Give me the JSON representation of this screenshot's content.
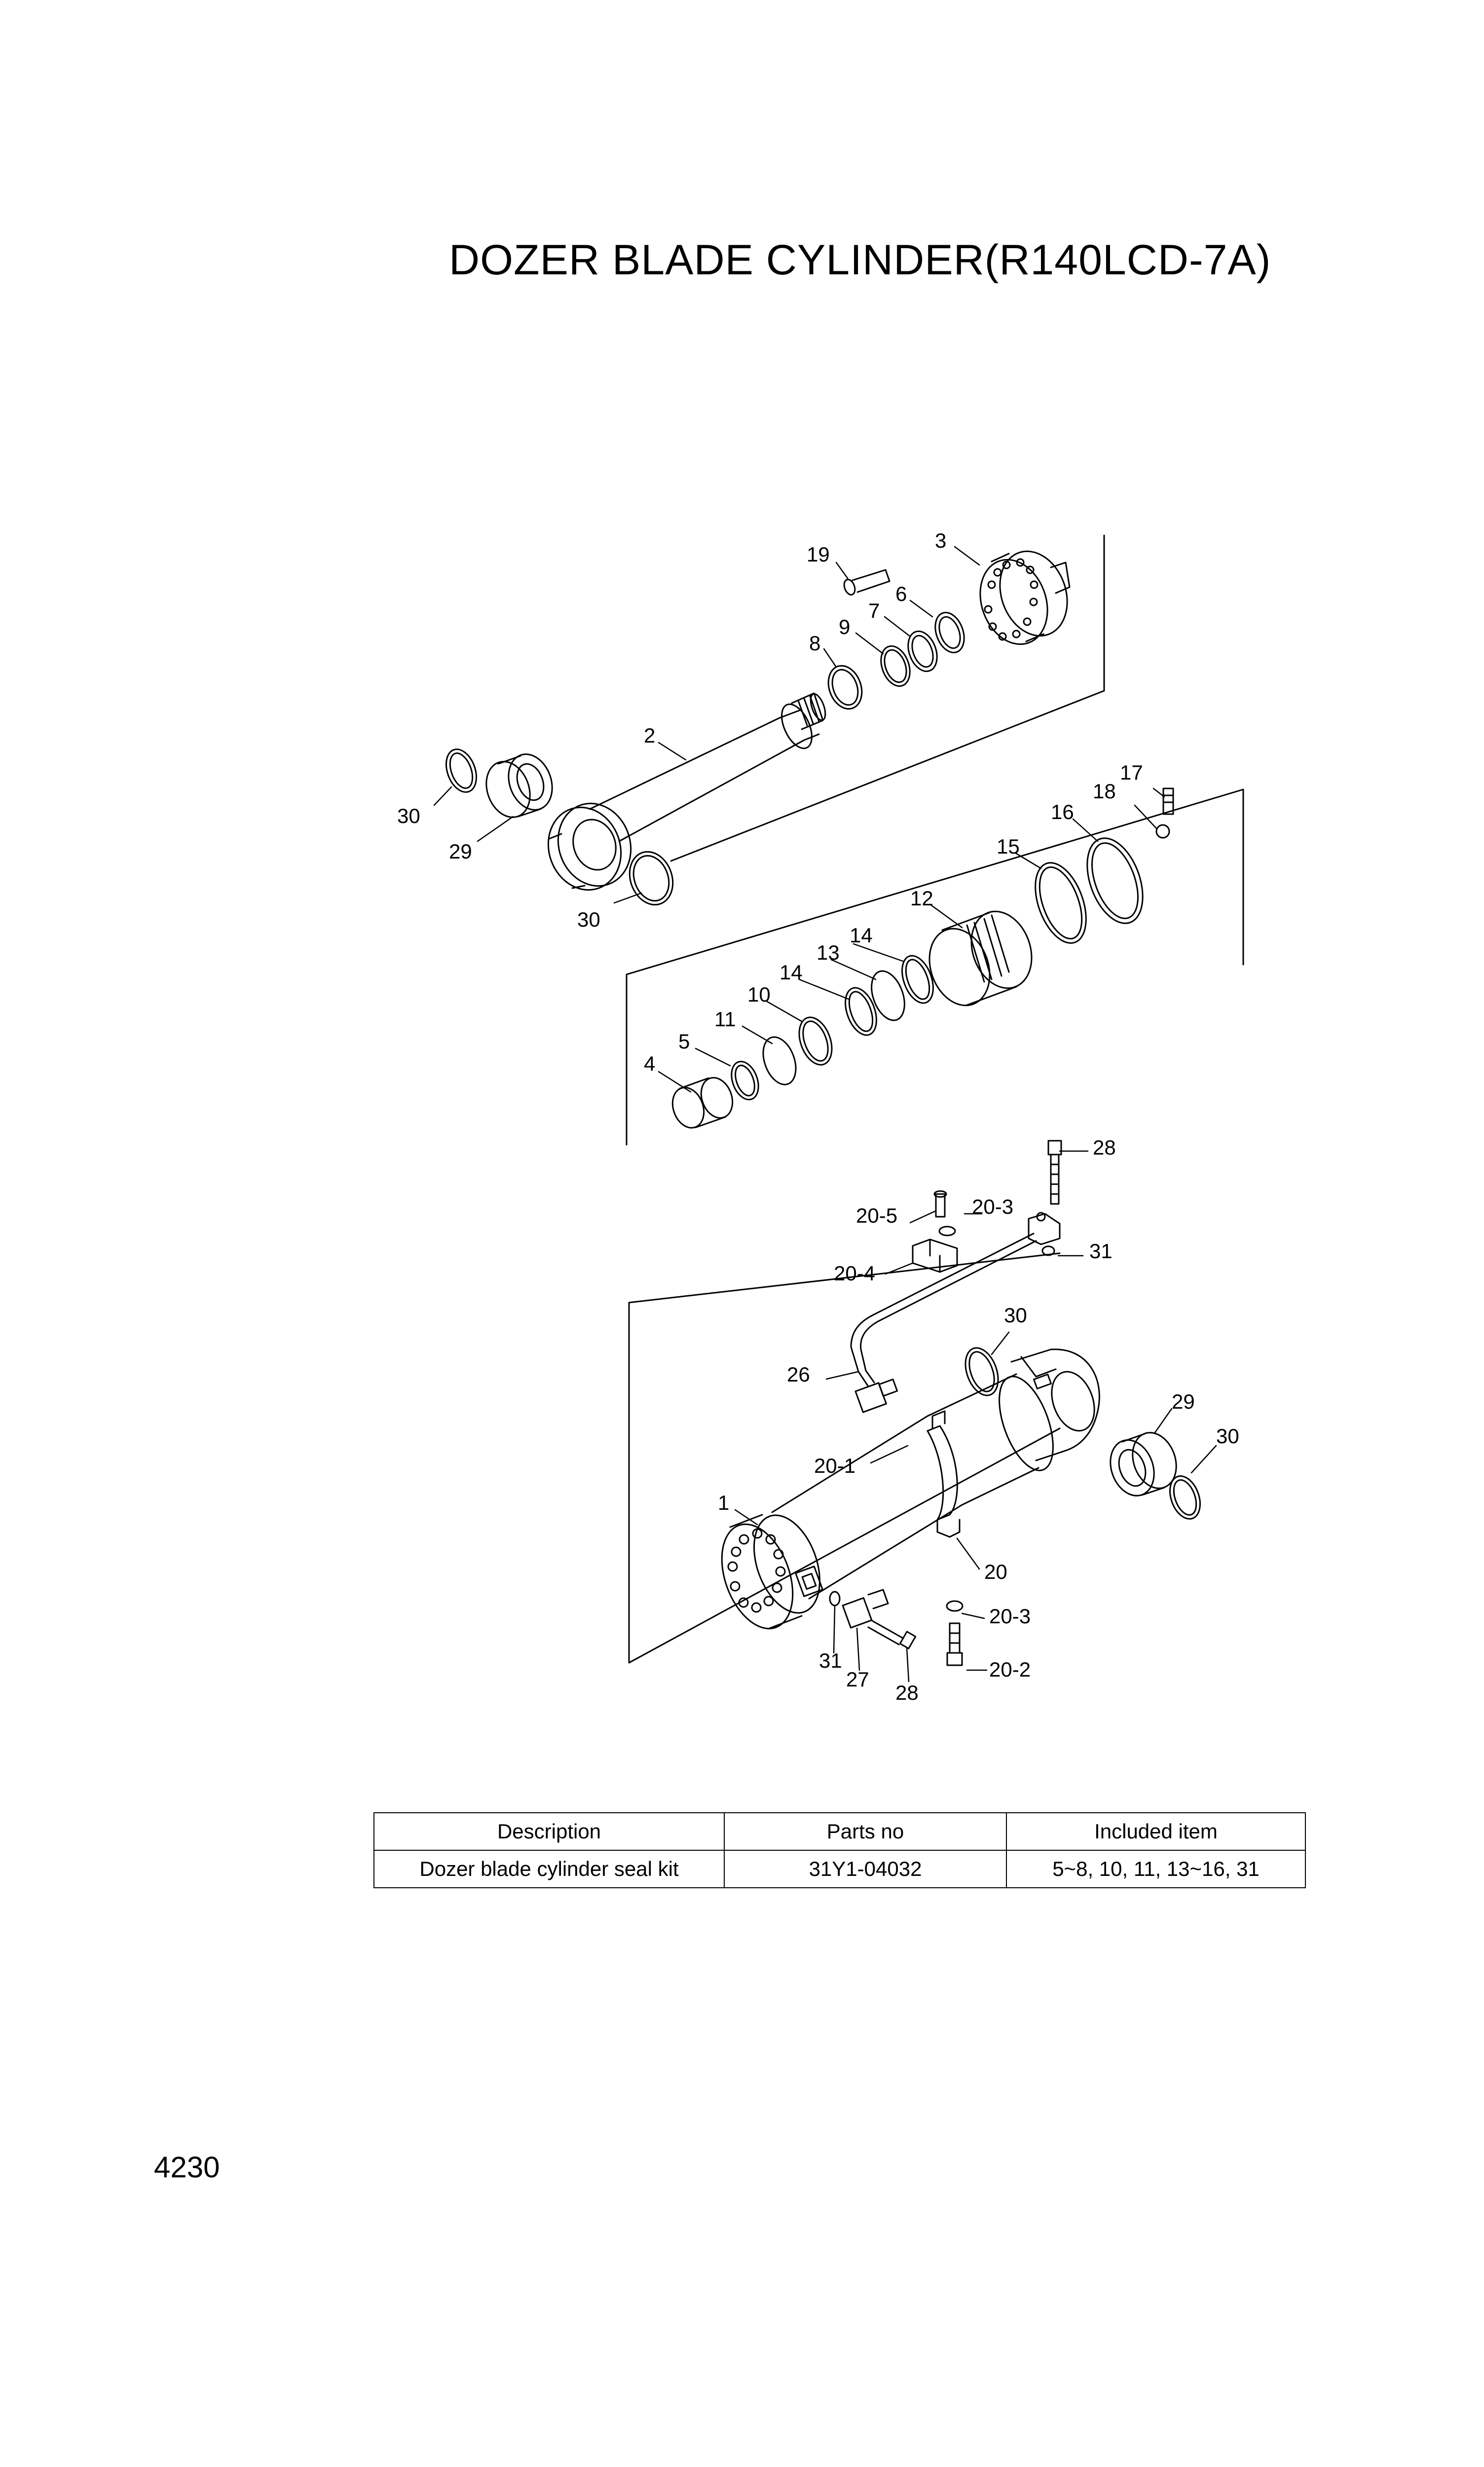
{
  "title": "DOZER BLADE CYLINDER(R140LCD-7A)",
  "page_number": "4230",
  "callouts": [
    "19",
    "3",
    "6",
    "7",
    "9",
    "8",
    "2",
    "30",
    "29",
    "30",
    "17",
    "18",
    "16",
    "15",
    "12",
    "14",
    "13",
    "14",
    "10",
    "11",
    "5",
    "4",
    "28",
    "20-3",
    "20-5",
    "31",
    "20-4",
    "30",
    "26",
    "29",
    "30",
    "20-1",
    "1",
    "20",
    "20-3",
    "31",
    "27",
    "28",
    "20-2"
  ],
  "table": {
    "headers": [
      "Description",
      "Parts no",
      "Included item"
    ],
    "rows": [
      [
        "Dozer blade cylinder seal kit",
        "31Y1-04032",
        "5~8, 10, 11, 13~16, 31"
      ]
    ]
  }
}
